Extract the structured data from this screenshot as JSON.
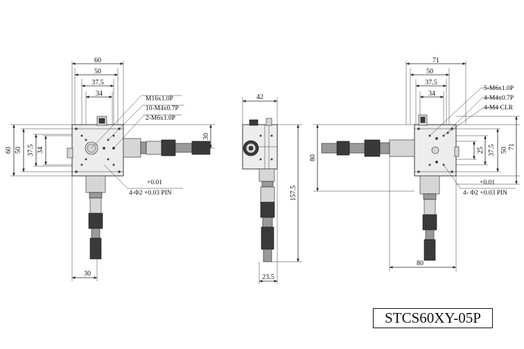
{
  "model": "STCS60XY-05P",
  "front_view": {
    "top_dims": [
      "60",
      "50",
      "37.5",
      "34"
    ],
    "left_dims": [
      "60",
      "50",
      "37.5",
      "34"
    ],
    "right_dim": "30",
    "bottom_dim": "30",
    "callouts": [
      "M16x1.0P",
      "10-M4x0.7P",
      "2-M6x1.0P"
    ],
    "pin_tol": "+0.01",
    "pin_note": "4-Φ2 +0.03 PIN"
  },
  "side_view": {
    "top_dim": "42",
    "height_dim": "157.5",
    "bottom_dim": "23.5"
  },
  "rear_view": {
    "top_dims": [
      "71",
      "50",
      "37.5",
      "34"
    ],
    "left_dim": "80",
    "right_dims": [
      "25",
      "37.5",
      "50",
      "71"
    ],
    "bottom_dim": "80",
    "callouts": [
      "5-M6x1.0P",
      "4-M4x0.7P",
      "4-M4 CLR"
    ],
    "pin_tol": "+0.01",
    "pin_note": "4- Φ2 +0.03 PIN"
  }
}
